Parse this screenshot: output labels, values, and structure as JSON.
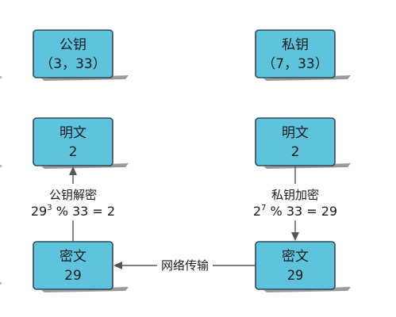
{
  "public_key": {
    "title": "公钥",
    "value": "（3，33）"
  },
  "private_key": {
    "title": "私钥",
    "value": "（7，33）"
  },
  "plaintext_left": {
    "title": "明文",
    "value": "2"
  },
  "plaintext_right": {
    "title": "明文",
    "value": "2"
  },
  "ciphertext_left": {
    "title": "密文",
    "value": "29"
  },
  "ciphertext_right": {
    "title": "密文",
    "value": "29"
  },
  "decrypt_edge": {
    "label": "公钥解密",
    "formula_base": "29",
    "formula_exp": "3",
    "formula_rest": " % 33 = 2"
  },
  "encrypt_edge": {
    "label": "私钥加密",
    "formula_base": "2",
    "formula_exp": "7",
    "formula_rest": " % 33 = 29"
  },
  "transmit_edge": {
    "label": "网络传输"
  },
  "colors": {
    "node_fill": "#5ec3dc",
    "node_border": "#2b4a58",
    "edge": "#555555"
  }
}
